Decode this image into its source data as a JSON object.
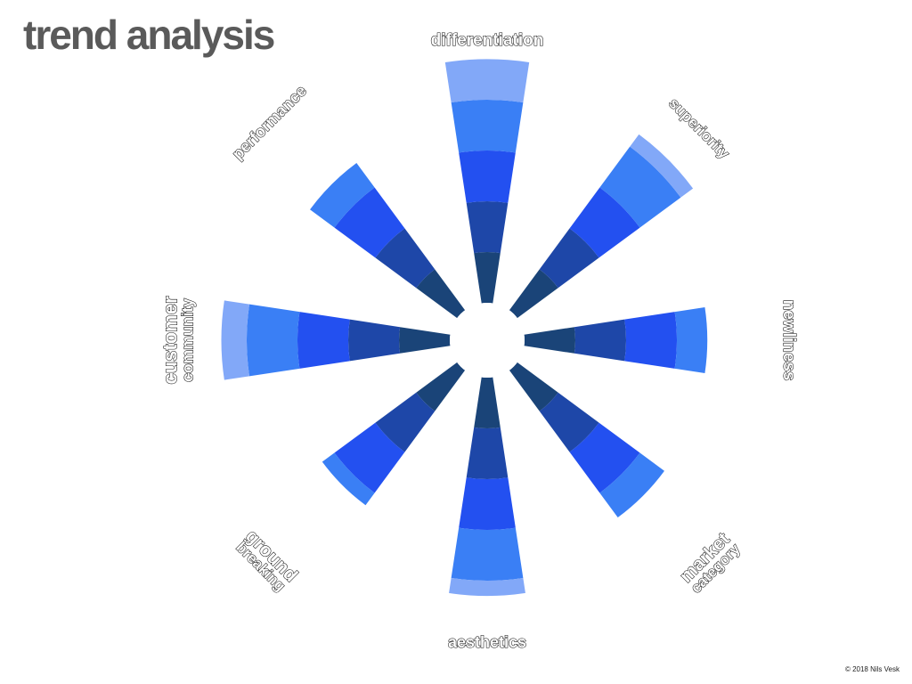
{
  "chart_data": {
    "type": "radial-bar",
    "title": "trend analysis",
    "band_colors": [
      "#1a4478",
      "#1e47a8",
      "#2350f0",
      "#3a7ff5",
      "#82a8f8"
    ],
    "scale_max": 5,
    "categories": [
      {
        "name": "differentiation",
        "lines": [
          "differentiation"
        ],
        "value": 4.8
      },
      {
        "name": "superiority",
        "lines": [
          "superiority"
        ],
        "value": 4.3
      },
      {
        "name": "newliness",
        "lines": [
          "newliness"
        ],
        "value": 3.6
      },
      {
        "name": "market category",
        "lines": [
          "market",
          "category"
        ],
        "value": 3.6
      },
      {
        "name": "aesthetics",
        "lines": [
          "aesthetics"
        ],
        "value": 4.3
      },
      {
        "name": "ground breaking",
        "lines": [
          "ground",
          "breaking"
        ],
        "value": 3.3
      },
      {
        "name": "customer community",
        "lines": [
          "customer",
          "community"
        ],
        "value": 4.5
      },
      {
        "name": "performance",
        "lines": [
          "performance"
        ],
        "value": 3.6
      }
    ]
  },
  "footer": {
    "copyright": "© 2018 Nils Vesk"
  }
}
